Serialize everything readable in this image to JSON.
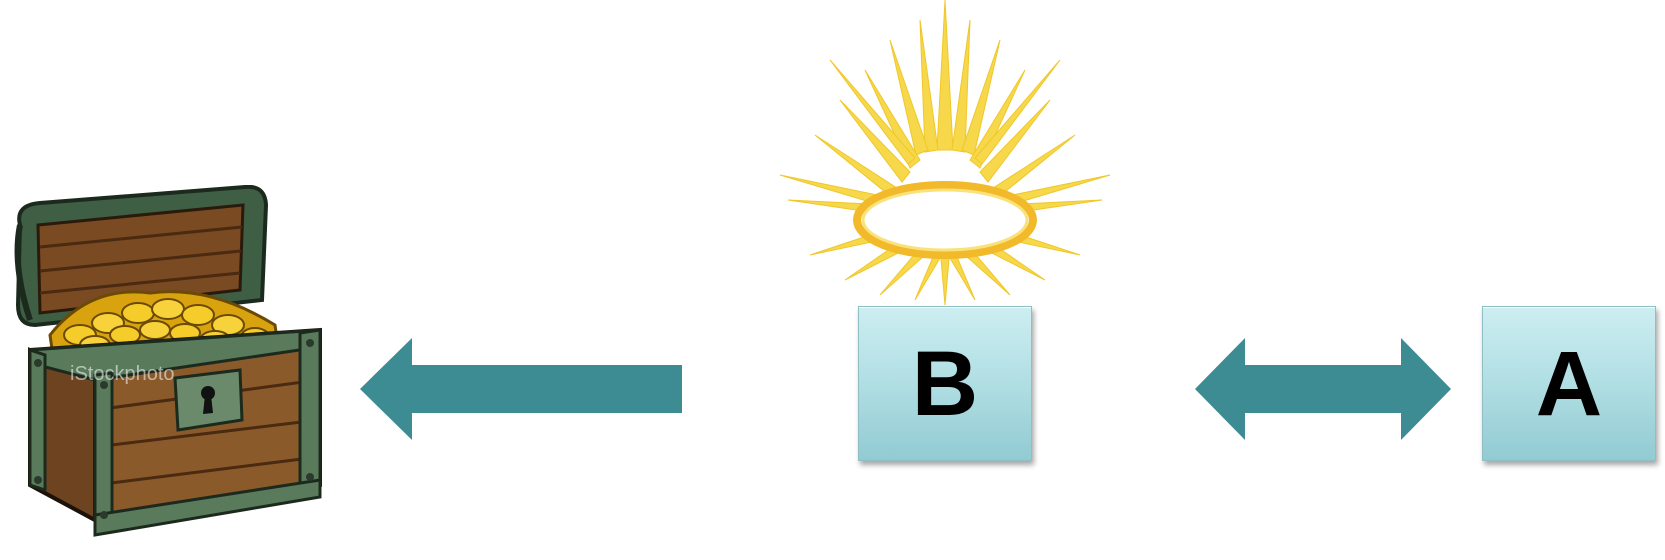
{
  "boxes": {
    "b": {
      "label": "B"
    },
    "a": {
      "label": "A"
    }
  },
  "illustrations": {
    "treasure_chest": {
      "icon": "treasure-chest-icon",
      "watermark": "iStockphoto"
    },
    "halo": {
      "icon": "halo-icon"
    }
  },
  "arrows": {
    "left": {
      "icon": "left-arrow-icon"
    },
    "double": {
      "icon": "double-arrow-icon"
    }
  },
  "colors": {
    "arrow": "#3d8b93",
    "box_top": "#cdeef1",
    "box_bottom": "#92cbd2",
    "halo_ring": "#f2b92b",
    "halo_rays": "#f6d84a",
    "chest_frame": "#5a7a5c",
    "chest_wood": "#8b5a2b",
    "gold": "#f0c020"
  }
}
